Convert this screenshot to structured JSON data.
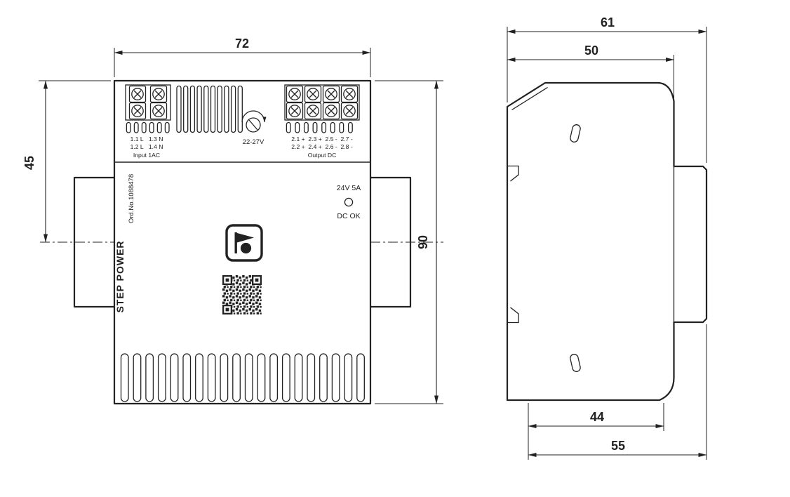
{
  "colors": {
    "line": "#222222",
    "background": "#ffffff"
  },
  "front_view": {
    "dimensions": {
      "width": "72",
      "upper_height": "45",
      "height": "90"
    },
    "input_block": {
      "row1": "1.1 L   1.3 N",
      "row2": "1.2 L   1.4 N",
      "label": "Input 1AC"
    },
    "adjustment": {
      "range": "22-27V"
    },
    "output_block": {
      "row1": "2.1 +  2.3 +  2.5 -  2.7 -",
      "row2": "2.2 +  2.4 +  2.6 -  2.8 -",
      "label": "Output DC"
    },
    "status": {
      "rating": "24V 5A",
      "led_label": "DC OK"
    },
    "branding": {
      "product": "STEP POWER",
      "order_no": "Ord.No.1088478"
    }
  },
  "side_view": {
    "dimensions": {
      "depth_total": "61",
      "depth_body": "50",
      "bottom_inner": "44",
      "bottom_total": "55"
    }
  }
}
